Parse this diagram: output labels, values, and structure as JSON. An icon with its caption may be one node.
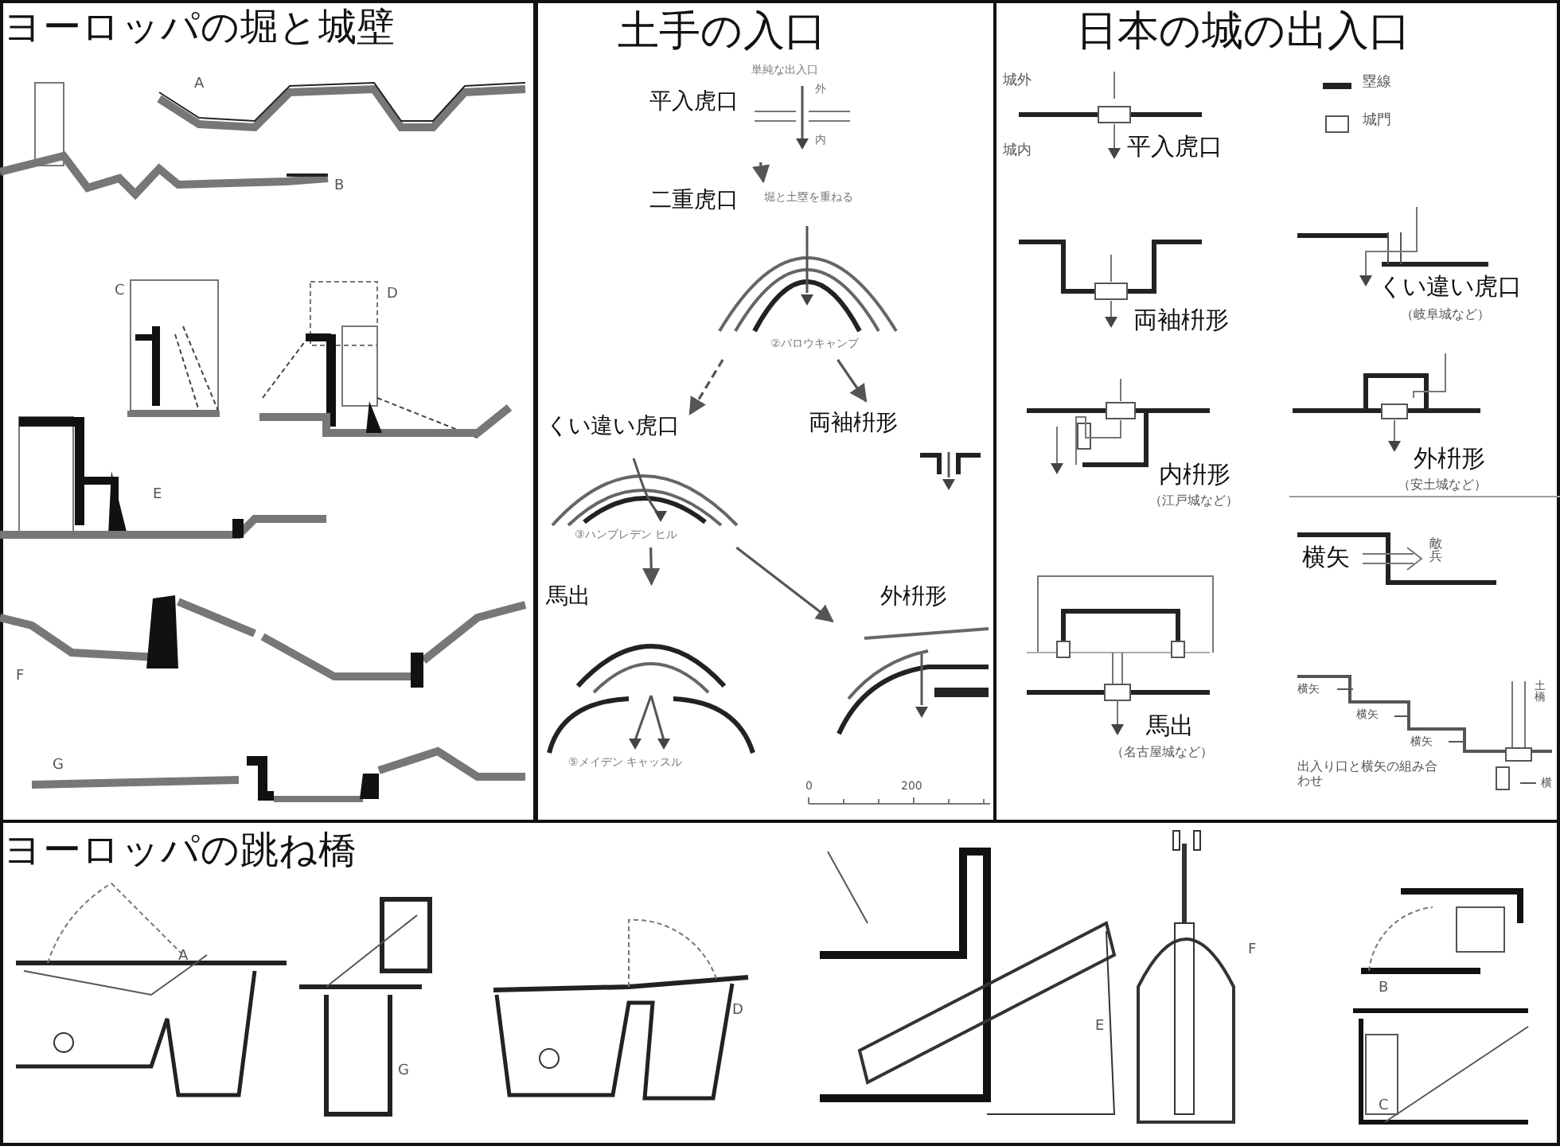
{
  "diagram": {
    "nodes": [
      {
        "text": [
          "ヨーロッパの堀と城壁"
        ]
      },
      {
        "text": [
          "土手の入口"
        ]
      },
      {
        "text": [
          "日本の城の出入口"
        ]
      },
      {
        "text": [
          "ヨーロッパの跳ね橋"
        ]
      },
      {
        "text": [
          "平入虎口",
          "単純な出入口",
          "外",
          "内"
        ],
        "in": 1
      },
      {
        "text": [
          "二重虎口",
          "堀と土塁を重ねる",
          "②バロウキャンプ"
        ],
        "in": 1
      },
      {
        "text": [
          "くい違い虎口",
          "③ハンブレデン ヒル"
        ],
        "in": 1
      },
      {
        "text": [
          "両袖枡形"
        ],
        "in": 1
      },
      {
        "text": [
          "馬出",
          "⑤メイデン キャッスル"
        ],
        "in": 1
      },
      {
        "text": [
          "外枡形"
        ],
        "in": 1
      }
    ],
    "edges": [
      {
        "from": 4,
        "to": 5,
        "arrow": "to"
      },
      {
        "from": 5,
        "to": 6,
        "arrow": "to",
        "style": "dashed"
      },
      {
        "from": 5,
        "to": 7,
        "arrow": "to"
      },
      {
        "from": 6,
        "to": 8,
        "arrow": "to"
      },
      {
        "from": 6,
        "to": 9,
        "arrow": "to"
      }
    ],
    "labels": [
      "A",
      "B",
      "C",
      "D",
      "E",
      "F",
      "G",
      "0",
      "200",
      "城外",
      "城内",
      "平入虎口",
      "両袖枡形",
      "くい違い虎口",
      "（岐阜城など）",
      "内枡形",
      "（江戸城など）",
      "外枡形",
      "（安土城など）",
      "横矢",
      "敵兵",
      "馬出",
      "（名古屋城など）",
      "横矢",
      "横矢",
      "横矢",
      "土橋",
      "出入り口と横矢の組み合わせ",
      "横",
      "A",
      "G",
      "D",
      "E",
      "F",
      "B",
      "C"
    ],
    "legend": [
      {
        "text": "塁線"
      },
      {
        "text": "城門"
      }
    ]
  }
}
